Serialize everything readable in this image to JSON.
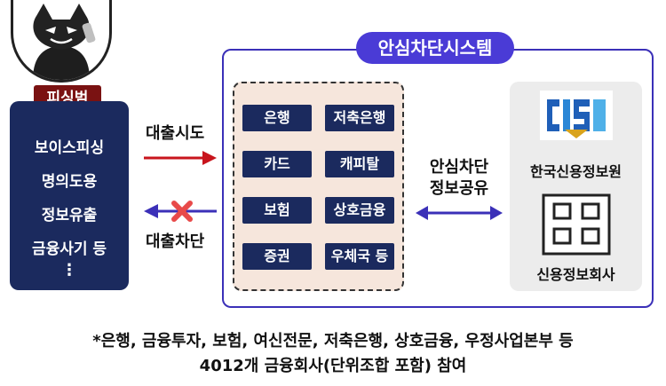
{
  "avatar": {
    "icon": "phishing-cat-icon"
  },
  "left": {
    "badge": "피싱범",
    "items": [
      "보이스피싱",
      "명의도용",
      "정보유출",
      "금융사기 등"
    ],
    "more": "⋮",
    "panel_color": "#1b2a5e",
    "badge_color": "#7a1212"
  },
  "middle": {
    "attempt_label": "대출시도",
    "block_label": "대출차단",
    "share_label_line1": "안심차단",
    "share_label_line2": "정보공유",
    "attempt_arrow_color": "#c8141c",
    "block_arrow_color": "#3b30b8",
    "block_x_color": "#e84a4a"
  },
  "system": {
    "title": "안심차단시스템",
    "title_color": "#4a3bd6",
    "institutions": [
      "은행",
      "저축은행",
      "카드",
      "캐피탈",
      "보험",
      "상호금융",
      "증권",
      "우체국 등"
    ]
  },
  "right": {
    "kcis_logo_icon": "kcis-logo-icon",
    "kcis_label": "한국신용정보원",
    "bureau_icon": "building-icon",
    "bureau_label": "신용정보회사"
  },
  "footnote": {
    "line1": "*은행, 금융투자, 보험, 여신전문, 저축은행, 상호금융, 우정사업본부 등",
    "line2": "4012개 금융회사(단위조합 포함) 참여"
  }
}
